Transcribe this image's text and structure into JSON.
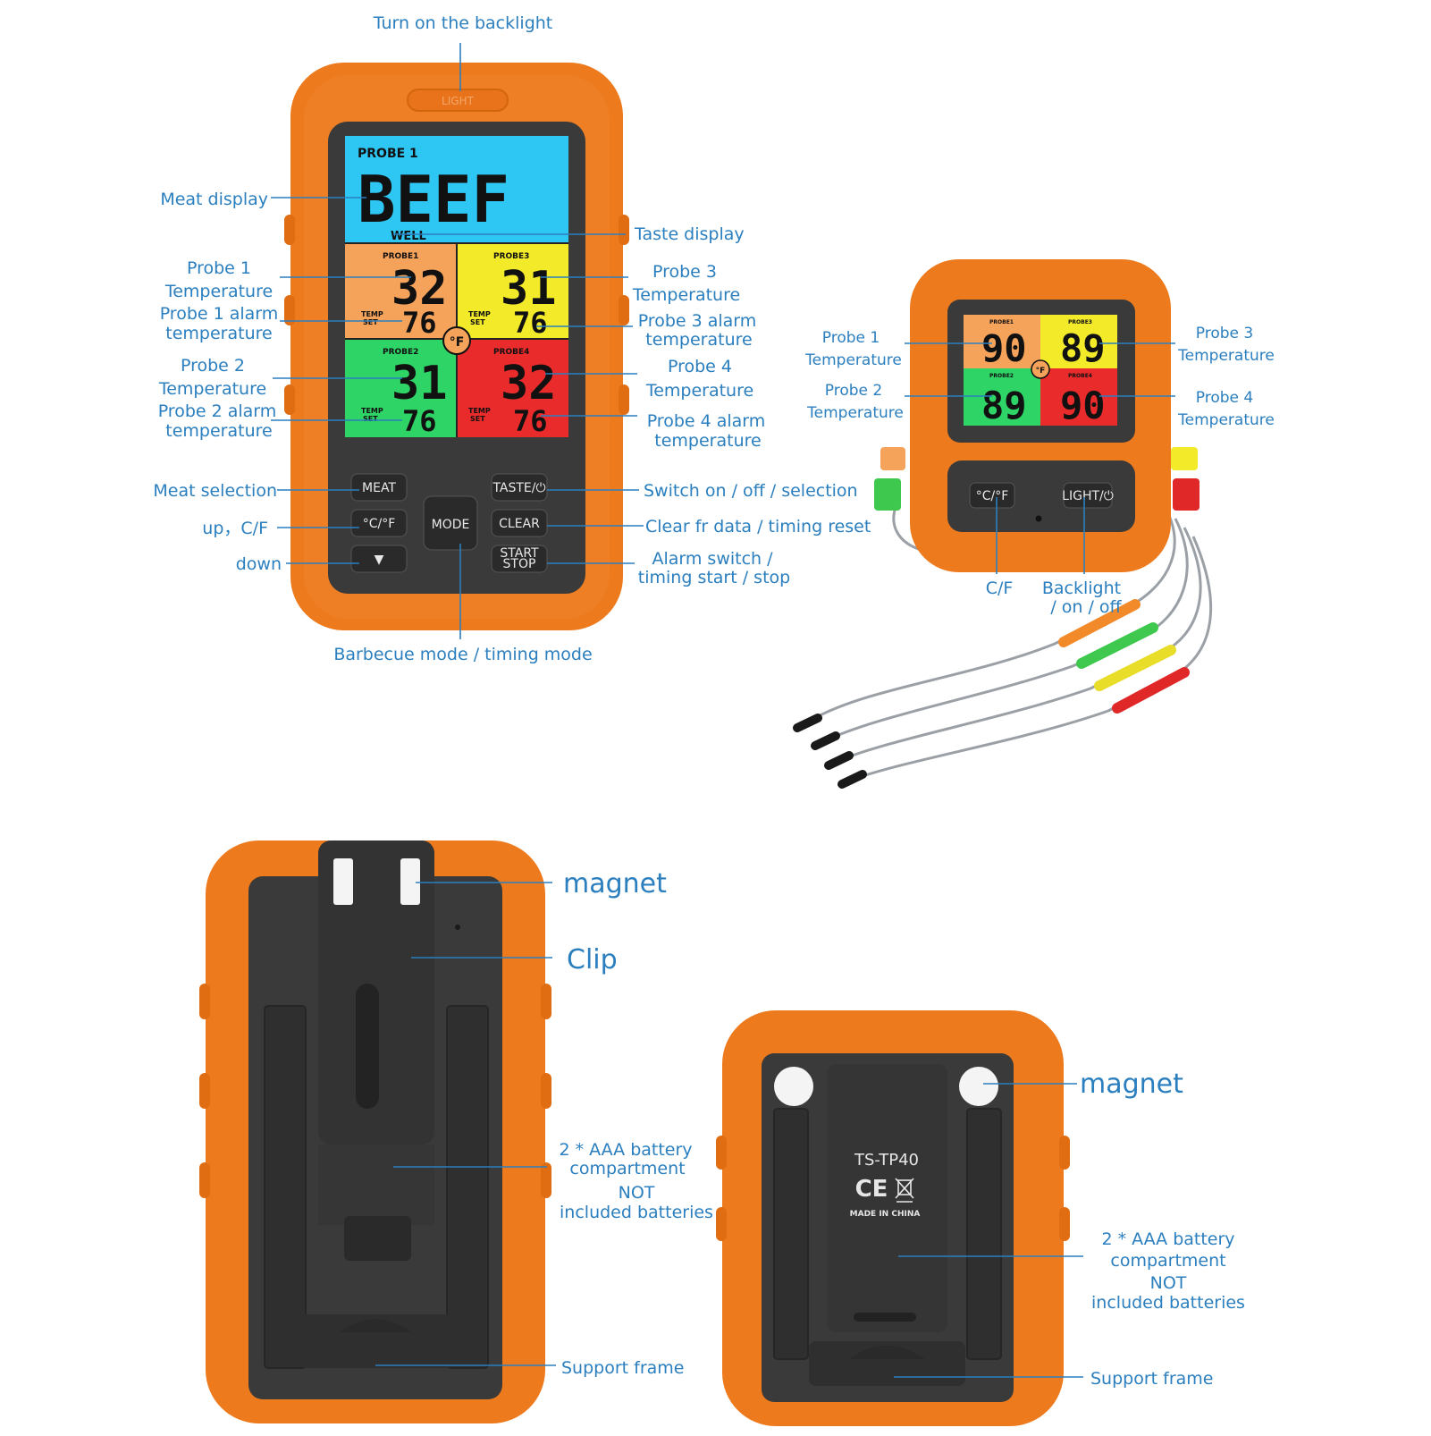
{
  "front": {
    "light_button": "LIGHT",
    "screen": {
      "probe1_header": "PROBE 1",
      "meat": "BEEF",
      "taste": "WELL",
      "probe1_tag": "PROBE1",
      "probe2_tag": "PROBE2",
      "probe3_tag": "PROBE3",
      "probe4_tag": "PROBE4",
      "probe1_temp": "32",
      "probe2_temp": "31",
      "probe3_temp": "31",
      "probe4_temp": "32",
      "alarm_temp": "76",
      "temp_set_top": "TEMP",
      "temp_set_bottom": "SET",
      "unit": "°F"
    },
    "buttons": {
      "meat": "MEAT",
      "up": "°C/°F",
      "down": "▼",
      "mode": "MODE",
      "taste": "TASTE/⏻",
      "clear": "CLEAR",
      "start_top": "START",
      "start_bottom": "STOP"
    },
    "labels": {
      "backlight": "Turn on the backlight",
      "meat_display": "Meat display",
      "taste_display": "Taste display",
      "probe1_l1": "Probe 1",
      "probe1_l2": "Temperature",
      "probe1_alarm_l1": "Probe 1 alarm",
      "probe1_alarm_l2": "temperature",
      "probe2_l1": "Probe 2",
      "probe2_l2": "Temperature",
      "probe2_alarm_l1": "Probe 2 alarm",
      "probe2_alarm_l2": "temperature",
      "probe3_l1": "Probe 3",
      "probe3_l2": "Temperature",
      "probe3_alarm_l1": "Probe 3 alarm",
      "probe3_alarm_l2": "temperature",
      "probe4_l1": "Probe 4",
      "probe4_l2": "Temperature",
      "probe4_alarm_l1": "Probe 4 alarm",
      "probe4_alarm_l2": "temperature",
      "meat_selection": "Meat selection",
      "up_cf": "up，C/F",
      "down": "down",
      "switch": "Switch on / off / selection",
      "clear": "Clear fr data / timing reset",
      "alarm_l1": "Alarm switch /",
      "alarm_l2": "timing start / stop",
      "mode": "Barbecue mode / timing mode"
    }
  },
  "transmitter": {
    "temps": {
      "p1": "90",
      "p2": "89",
      "p3": "89",
      "p4": "90"
    },
    "tags": {
      "p1": "PROBE1",
      "p2": "PROBE2",
      "p3": "PROBE3",
      "p4": "PROBE4"
    },
    "unit": "°F",
    "buttons": {
      "cf": "°C/°F",
      "light": "LIGHT/⏻"
    },
    "labels": {
      "probe1_l1": "Probe 1",
      "probe1_l2": "Temperature",
      "probe2_l1": "Probe 2",
      "probe2_l2": "Temperature",
      "probe3_l1": "Probe 3",
      "probe3_l2": "Temperature",
      "probe4_l1": "Probe 4",
      "probe4_l2": "Temperature",
      "cf": "C/F",
      "backlight_l1": "Backlight",
      "backlight_l2": "/ on / off"
    }
  },
  "back_receiver": {
    "labels": {
      "magnet": "magnet",
      "clip": "Clip",
      "battery_l1": "2 * AAA battery",
      "battery_l2": "compartment",
      "not": "NOT",
      "not_included": "included batteries",
      "support": "Support frame"
    }
  },
  "back_transmitter": {
    "model": "TS-TP40",
    "ce_mark": "CE",
    "made_in": "MADE IN CHINA",
    "labels": {
      "magnet": "magnet",
      "battery_l1": "2 * AAA battery",
      "battery_l2": "compartment",
      "not": "NOT",
      "not_included": "included batteries",
      "support": "Support frame"
    }
  },
  "colors": {
    "case_orange": "#ee7a1e",
    "label_blue": "#2b7fbf",
    "lcd_cyan": "#2ec6f2",
    "lcd_orange": "#f5a25a",
    "lcd_yellow": "#f3ea2a",
    "lcd_green": "#2fd466",
    "lcd_red": "#ea2b2b",
    "body_dark": "#3a3a3a"
  }
}
